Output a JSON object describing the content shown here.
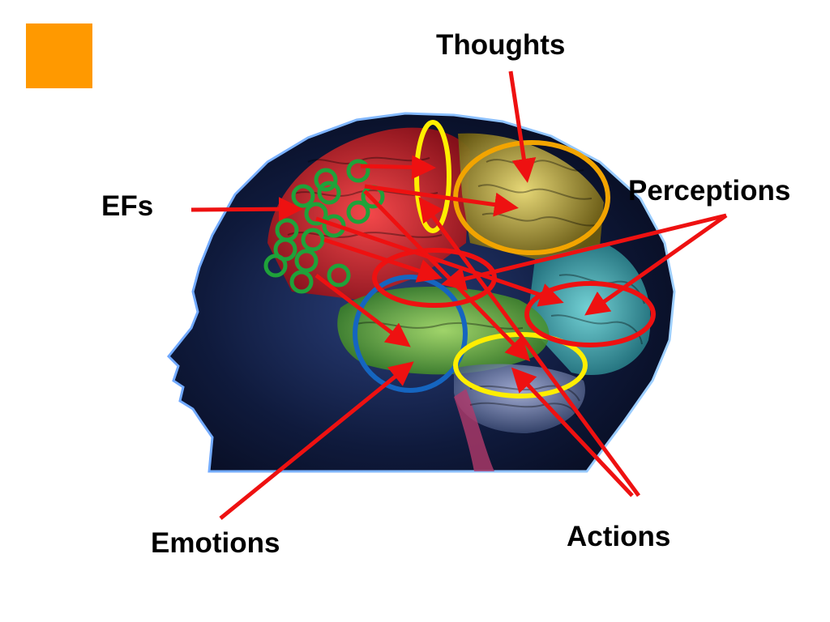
{
  "labels": {
    "thoughts": "Thoughts",
    "efs": "EFs",
    "perceptions": "Perceptions",
    "emotions": "Emotions",
    "actions": "Actions"
  },
  "colors": {
    "accent_square": "#FF9900",
    "arrow": "#EE1111",
    "efs_circles": "#1FA23A",
    "thoughts_highlight": "#F2A400",
    "frontal_highlight": "#FFEE00",
    "emotions_highlight": "#1565C0",
    "actions_highlight": "#FFEE00",
    "perceptions_highlight": "#EE1111"
  }
}
